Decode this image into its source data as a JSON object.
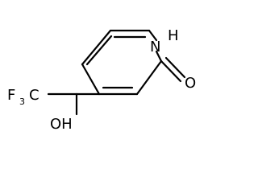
{
  "molecule": {
    "atoms": {
      "nh": "H",
      "n": "N",
      "o": "O",
      "f3_f": "F",
      "f3_sub": "3",
      "f3_c": "C",
      "oh": "OH"
    }
  }
}
